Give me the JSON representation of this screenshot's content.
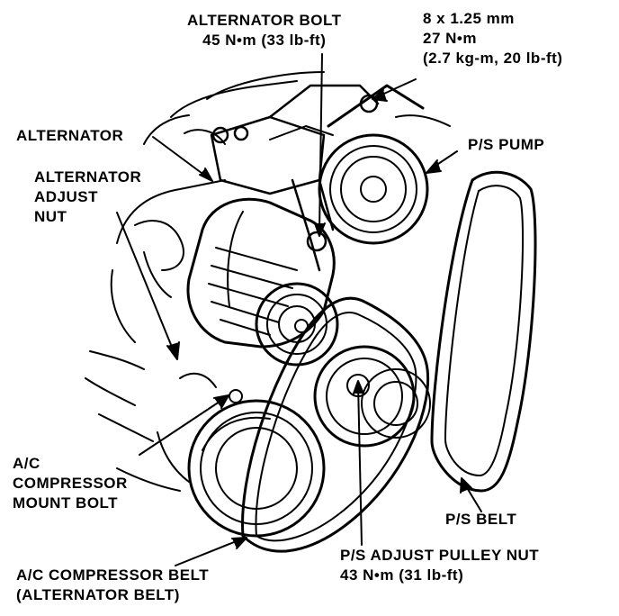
{
  "labels": {
    "alternator_bolt": {
      "line1": "ALTERNATOR BOLT",
      "line2": "45 N•m (33 lb-ft)"
    },
    "spec_8x125": {
      "line1": "8 x 1.25 mm",
      "line2": "27 N•m",
      "line3": "(2.7 kg-m, 20 lb-ft)"
    },
    "alternator": "ALTERNATOR",
    "ps_pump": "P/S PUMP",
    "alternator_adjust_nut": {
      "line1": "ALTERNATOR",
      "line2": "ADJUST",
      "line3": "NUT"
    },
    "ac_compressor_mount_bolt": {
      "line1": "A/C",
      "line2": "COMPRESSOR",
      "line3": "MOUNT BOLT"
    },
    "ps_belt": "P/S BELT",
    "ps_adjust_pulley_nut": {
      "line1": "P/S ADJUST PULLEY NUT",
      "line2": "43 N•m (31 lb-ft)"
    },
    "ac_compressor_belt": {
      "line1": "A/C COMPRESSOR BELT",
      "line2": "(ALTERNATOR BELT)"
    }
  },
  "colors": {
    "ink": "#000000",
    "paper": "#ffffff"
  }
}
